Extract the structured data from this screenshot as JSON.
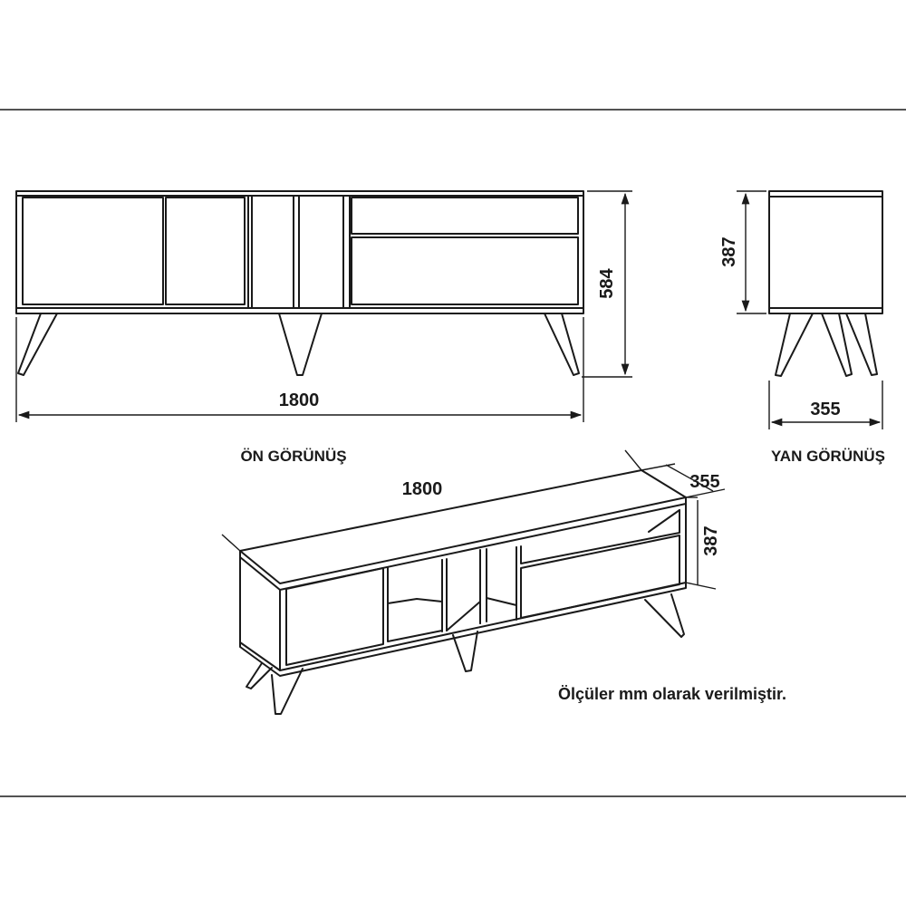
{
  "front_view": {
    "caption": "ÖN GÖRÜNÜŞ",
    "width_label": "1800",
    "height_label": "584"
  },
  "side_view": {
    "caption": "YAN GÖRÜNÜŞ",
    "height_label": "387",
    "depth_label": "355"
  },
  "iso_view": {
    "width_label": "1800",
    "depth_label": "355",
    "height_label": "387"
  },
  "note": "Ölçüler mm olarak verilmiştir."
}
